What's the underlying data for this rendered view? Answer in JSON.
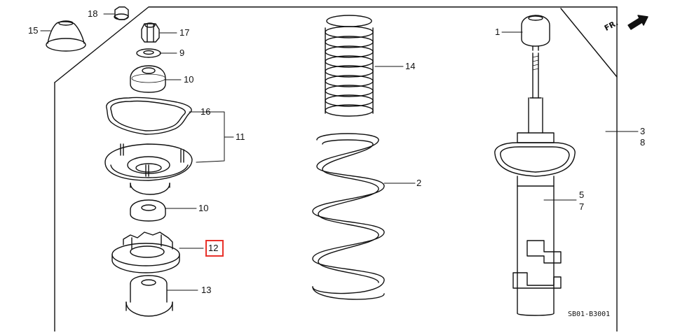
{
  "diagram": {
    "callouts": [
      {
        "id": "c1",
        "text": "1"
      },
      {
        "id": "c2",
        "text": "2"
      },
      {
        "id": "c3",
        "text": "3"
      },
      {
        "id": "c8",
        "text": "8"
      },
      {
        "id": "c5",
        "text": "5"
      },
      {
        "id": "c7",
        "text": "7"
      },
      {
        "id": "c9",
        "text": "9"
      },
      {
        "id": "c10a",
        "text": "10"
      },
      {
        "id": "c10b",
        "text": "10"
      },
      {
        "id": "c11",
        "text": "11"
      },
      {
        "id": "c12",
        "text": "12"
      },
      {
        "id": "c13",
        "text": "13"
      },
      {
        "id": "c14",
        "text": "14"
      },
      {
        "id": "c15",
        "text": "15"
      },
      {
        "id": "c16",
        "text": "16"
      },
      {
        "id": "c17",
        "text": "17"
      },
      {
        "id": "c18",
        "text": "18"
      }
    ],
    "direction_label": "FR.",
    "drawing_code": "SB01-B3001",
    "highlight_color": "#e8312a"
  }
}
